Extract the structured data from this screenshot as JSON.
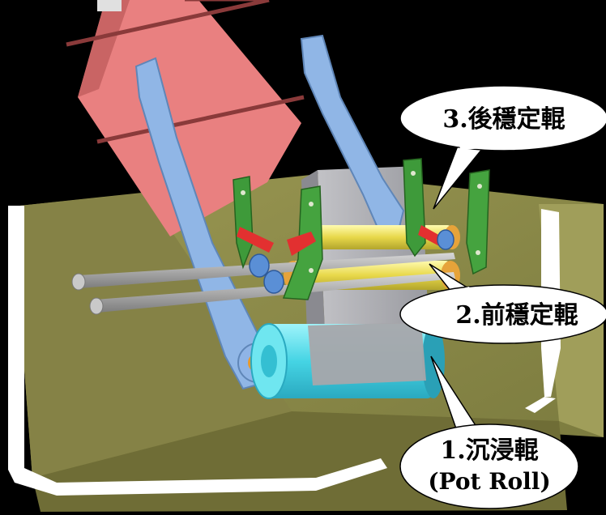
{
  "callouts": {
    "rear_roll": "3.後穩定輥",
    "front_roll": "2.前穩定輥",
    "pot_roll_line1": "1.沉浸輥",
    "pot_roll_line2": "(Pot Roll)"
  },
  "colors": {
    "background": "#000000",
    "tank": "#8c8a4a",
    "tank_rim": "#ffffff",
    "snout": "#e87f7f",
    "arms": "#8fb4e6",
    "strip": "#a9a9ad",
    "pot_roll": "#4fd8e6",
    "stabilizer_roll": "#e6d64a",
    "brackets": "#3f9a3a",
    "callout_fill": "#ffffff"
  },
  "icons": [
    "tank",
    "snout",
    "support-arms",
    "steel-strip",
    "pot-roll",
    "stabilizer-rolls",
    "brackets",
    "rods"
  ]
}
